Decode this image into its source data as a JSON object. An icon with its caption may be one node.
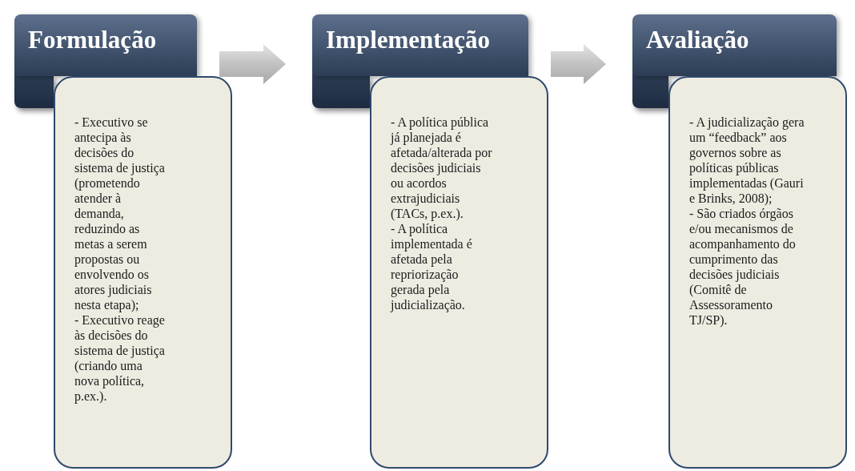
{
  "diagram": {
    "nodes": [
      {
        "text": [
          "Formulação"
        ]
      },
      {
        "text": [
          "- Executivo se antecipa às decisões do sistema de justiça (prometendo atender à demanda, reduzindo as metas a serem propostas ou envolvendo os atores judiciais nesta etapa);",
          "- Executivo reage às decisões do sistema de justiça (criando uma nova política, p.ex.)."
        ]
      },
      {
        "text": [
          "Implementação"
        ]
      },
      {
        "text": [
          "- A política pública já planejada é afetada/alterada por decisões judiciais ou acordos extrajudiciais (TACs, p.ex.).",
          "- A política implementada é afetada pela repriorização gerada pela judicialização."
        ]
      },
      {
        "text": [
          "Avaliação"
        ]
      },
      {
        "text": [
          "- A judicialização gera um “feedback” aos governos sobre as políticas públicas implementadas (Gauri e Brinks, 2008);",
          "- São criados órgãos e/ou mecanismos de acompanhamento do cumprimento das decisões judiciais (Comitê de Assessoramento TJ/SP)."
        ]
      }
    ],
    "edges": [
      {
        "from": 0,
        "to": 2,
        "arrow": "to"
      },
      {
        "from": 2,
        "to": 4,
        "arrow": "to"
      }
    ]
  }
}
